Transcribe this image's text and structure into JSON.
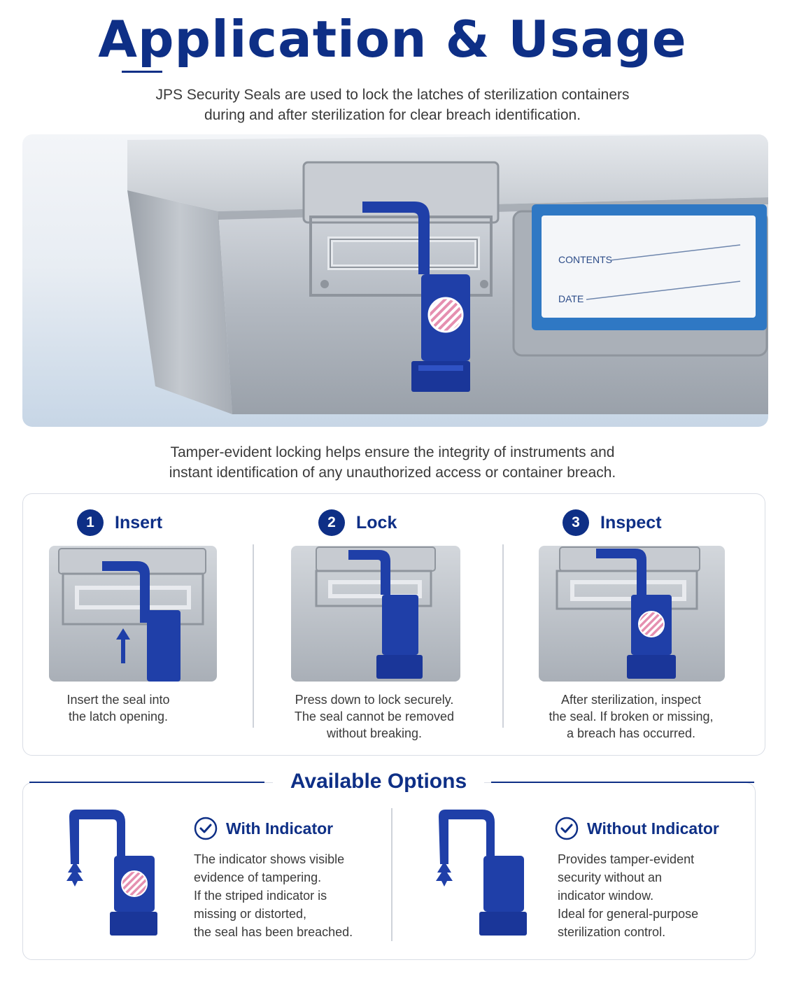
{
  "header": {
    "title": "Application & Usage",
    "intro_line1": "JPS Security Seals are used to lock the latches of sterilization containers",
    "intro_line2": "during and after sterilization for clear breach identification."
  },
  "hero": {
    "label_contents": "CONTENTS",
    "label_date": "DATE"
  },
  "middle": {
    "line1": "Tamper-evident locking helps ensure the integrity of instruments and",
    "line2": "instant identification of any unauthorized access or container breach."
  },
  "steps": [
    {
      "number": "1",
      "title": "Insert",
      "desc_lines": [
        "Insert the seal into",
        "the latch opening."
      ]
    },
    {
      "number": "2",
      "title": "Lock",
      "desc_lines": [
        "Press down to lock securely.",
        "The seal cannot be removed",
        "without breaking."
      ]
    },
    {
      "number": "3",
      "title": "Inspect",
      "desc_lines": [
        "After sterilization, inspect",
        "the seal. If broken or missing,",
        "a breach has occurred."
      ]
    }
  ],
  "options": {
    "title": "Available Options",
    "items": [
      {
        "title": "With Indicator",
        "desc_lines": [
          "The indicator shows visible",
          "evidence of tampering.",
          "If the striped indicator is",
          "missing or distorted,",
          "the seal has been breached."
        ]
      },
      {
        "title": "Without Indicator",
        "desc_lines": [
          "Provides tamper-evident",
          "security without an",
          "indicator window.",
          "Ideal for general-purpose",
          "sterilization control."
        ]
      }
    ]
  },
  "colors": {
    "brand_navy": "#0e2f86",
    "seal_blue": "#1f3fa8",
    "indicator_pink": "#e58fb0",
    "steel": "#b9bec6"
  },
  "icons": [
    "check-circle-icon",
    "up-arrow-icon",
    "seal-icon"
  ]
}
